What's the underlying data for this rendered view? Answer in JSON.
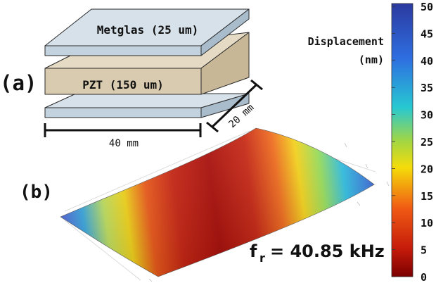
{
  "panel_a": {
    "label": "(a)",
    "layers": {
      "top": "Metglas (25 um)",
      "middle": "PZT (150 um)"
    },
    "dimensions": {
      "length": "40 mm",
      "width": "20 mm"
    }
  },
  "panel_b": {
    "label": "(b)",
    "resonance": {
      "symbol": "f",
      "subscript": "r",
      "value": "= 40.85 kHz"
    }
  },
  "colorbar": {
    "title_line1": "Displacement",
    "title_line2": "(nm)",
    "ticks": [
      "50",
      "45",
      "40",
      "35",
      "30",
      "25",
      "20",
      "15",
      "10",
      "5",
      "0"
    ]
  },
  "colors": {
    "metglas": "#c3d2df",
    "pzt": "#d9cbb0",
    "outline": "#222222"
  }
}
